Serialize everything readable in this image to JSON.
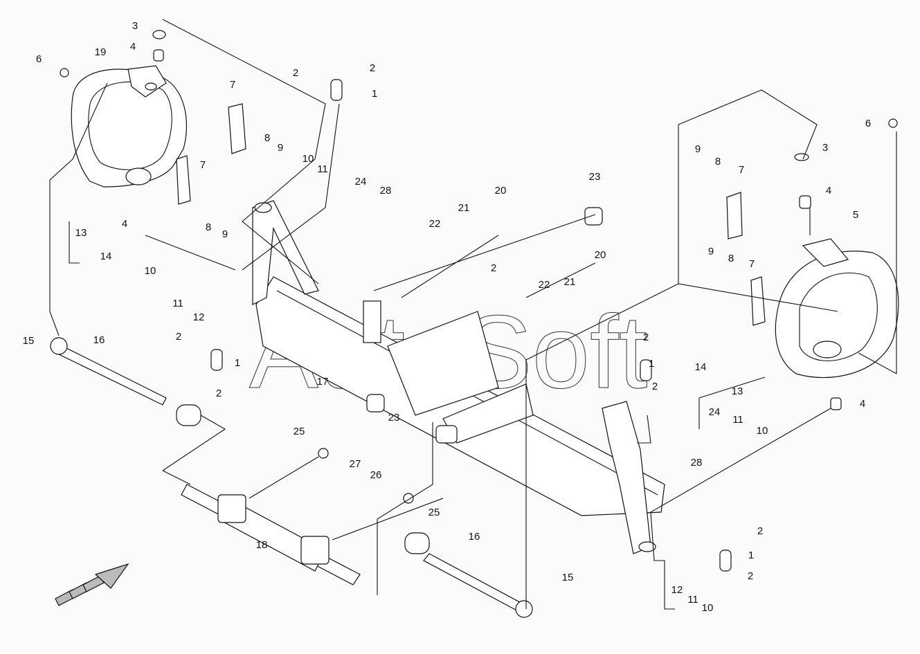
{
  "watermark": "AutoSoft",
  "callouts": [
    "3",
    "4",
    "6",
    "19",
    "2",
    "2",
    "1",
    "7",
    "8",
    "9",
    "7",
    "10",
    "11",
    "24",
    "28",
    "4",
    "8",
    "9",
    "13",
    "14",
    "10",
    "11",
    "12",
    "2",
    "1",
    "2",
    "17",
    "15",
    "16",
    "23",
    "20",
    "21",
    "22",
    "2",
    "20",
    "21",
    "22",
    "2",
    "1",
    "2",
    "23",
    "25",
    "27",
    "26",
    "25",
    "18",
    "16",
    "15",
    "6",
    "3",
    "9",
    "8",
    "7",
    "4",
    "5",
    "9",
    "8",
    "7",
    "14",
    "13",
    "4",
    "24",
    "11",
    "10",
    "28",
    "2",
    "1",
    "2",
    "12",
    "11",
    "10"
  ],
  "colors": {
    "line": "#111111",
    "background": "#fbfbfb"
  },
  "direction_arrow_icon": "forward-arrow-icon"
}
